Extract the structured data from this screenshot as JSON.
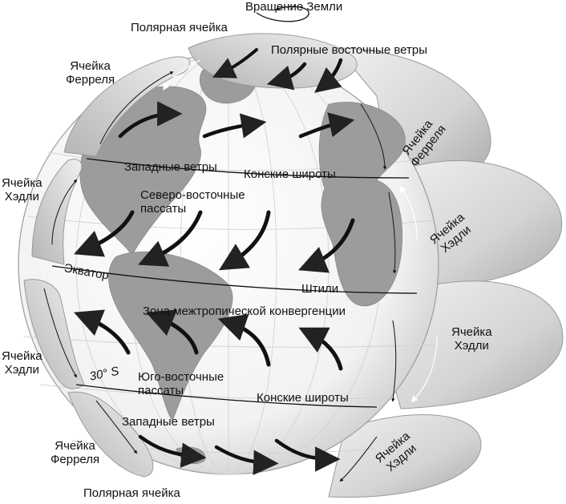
{
  "diagram": {
    "earth_rotation": "Вращение Земли",
    "polar_cell_top": "Полярная ячейка",
    "polar_easterlies": "Полярные восточные ветры",
    "ferrel_cell_left_top": "Ячейка\nФерреля",
    "ferrel_cell_right_top": "Ячейка\nФерреля",
    "westerlies_north": "Западные ветры",
    "horse_latitudes_north": "Конские широты",
    "hadley_cell_left_north": "Ячейка\nХэдли",
    "ne_trades": "Северо-восточные\nпассаты",
    "hadley_cell_right_north": "Ячейка\nХэдли",
    "equator": "Экватор",
    "doldrums": "Штили",
    "itcz": "Зона межтропической конвергенции",
    "hadley_cell_right_south": "Ячейка\nХэдли",
    "hadley_cell_left_south": "Ячейка\nХэдли",
    "lat_30s": "30° S",
    "se_trades": "Юго-восточные\nпассаты",
    "horse_latitudes_south": "Конские широты",
    "westerlies_south": "Западные ветры",
    "ferrel_cell_left_bottom": "Ячейка\nФерреля",
    "hadley_cell_right_bottom": "Ячейка\nХэдли",
    "polar_cell_bottom": "Полярная ячейка"
  },
  "colors": {
    "globe_ocean": "#ffffff",
    "land": "#9a9a9a",
    "cell_light": "#e6e6e6",
    "cell_dark": "#b8b8b8",
    "arrow": "#111111",
    "grid": "#cfcfcf"
  }
}
